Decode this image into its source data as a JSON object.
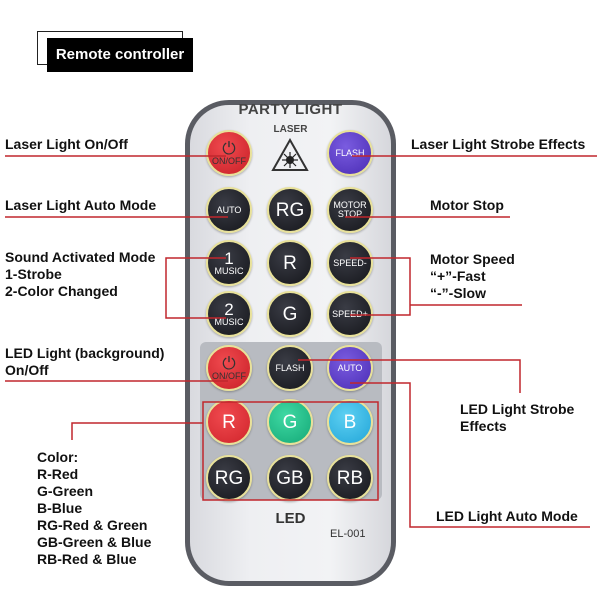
{
  "title": "Remote controller",
  "remote": {
    "brand": "PARTY LIGHT",
    "laser_label": "LASER",
    "led_label": "LED",
    "model": "EL-001",
    "buttons": {
      "laser_onoff": "ON/OFF",
      "laser_flash": "FLASH",
      "laser_auto": "AUTO",
      "rg_top": "RG",
      "motor_stop_1": "MOTOR",
      "motor_stop_2": "STOP",
      "music1_num": "1",
      "music1": "MUSIC",
      "r_top": "R",
      "speed_minus": "SPEED-",
      "music2_num": "2",
      "music2": "MUSIC",
      "g_top": "G",
      "speed_plus": "SPEED+",
      "led_onoff": "ON/OFF",
      "led_flash": "FLASH",
      "led_auto": "AUTO",
      "r": "R",
      "g": "G",
      "b": "B",
      "rg": "RG",
      "gb": "GB",
      "rb": "RB"
    }
  },
  "labels": {
    "laser_onoff": "Laser Light On/Off",
    "laser_strobe": "Laser Light Strobe Effects",
    "laser_auto": "Laser Light Auto Mode",
    "motor_stop": "Motor Stop",
    "sound": [
      "Sound Activated Mode",
      "1-Strobe",
      "2-Color Changed"
    ],
    "motor_speed": [
      "Motor Speed",
      "“+”-Fast",
      "“-”-Slow"
    ],
    "led_onoff": [
      "LED Light (background)",
      "On/Off"
    ],
    "led_strobe": [
      "LED Light Strobe",
      "Effects"
    ],
    "color": [
      "Color:",
      "R-Red",
      "G-Green",
      "B-Blue",
      "RG-Red & Green",
      "GB-Green & Blue",
      "RB-Red & Blue"
    ],
    "led_auto": "LED Light Auto Mode"
  },
  "colors": {
    "callout": "#c0272d",
    "red": "#e8333a",
    "purple": "#5a3cc8",
    "green": "#1fbf8a",
    "blue": "#35b8e8"
  }
}
